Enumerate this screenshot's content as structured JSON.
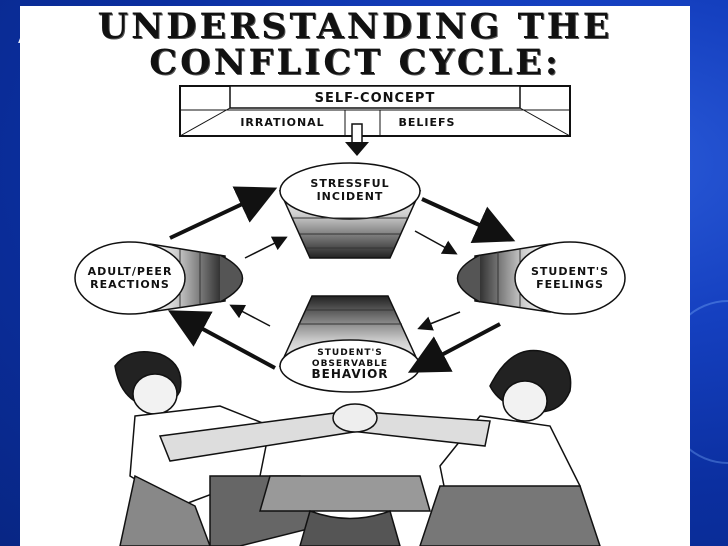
{
  "slide": {
    "corner_text": "A",
    "title_line1": "UNDERSTANDING THE",
    "title_line2": "CONFLICT CYCLE:"
  },
  "diagram": {
    "self_concept": "SELF-CONCEPT",
    "irrational": "IRRATIONAL",
    "beliefs": "BELIEFS",
    "stressful_incident": "STRESSFUL INCIDENT",
    "students_feelings": "STUDENT'S FEELINGS",
    "students_behavior_1": "STUDENT'S OBSERVABLE",
    "students_behavior_2": "BEHAVIOR",
    "adult_peer_reactions": "ADULT/PEER REACTIONS"
  },
  "colors": {
    "background": "#0b2fa0",
    "paper": "#ffffff",
    "ink": "#111111"
  },
  "icons": [
    "arrow",
    "cone-stack",
    "fighting-figures-illustration"
  ]
}
